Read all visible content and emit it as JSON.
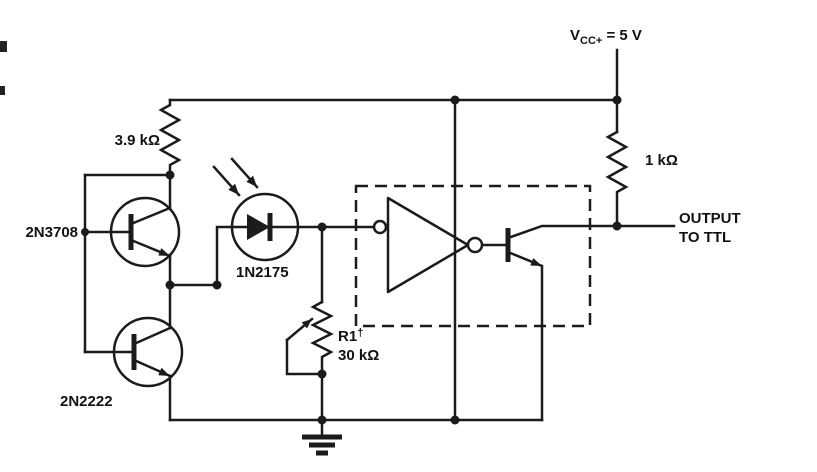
{
  "schematic": {
    "supply": {
      "prefix": "V",
      "subscript": "CC+",
      "suffix": " = 5 V"
    },
    "labels": {
      "r_bias": "3.9 kΩ",
      "q1": "2N3708",
      "photodiode": "1N2175",
      "q2": "2N2222",
      "pot_name": "R1",
      "pot_dagger": "†",
      "pot_value": "30 kΩ",
      "r_pullup": "1 kΩ",
      "output_line1": "OUTPUT",
      "output_line2": "TO TTL"
    }
  }
}
